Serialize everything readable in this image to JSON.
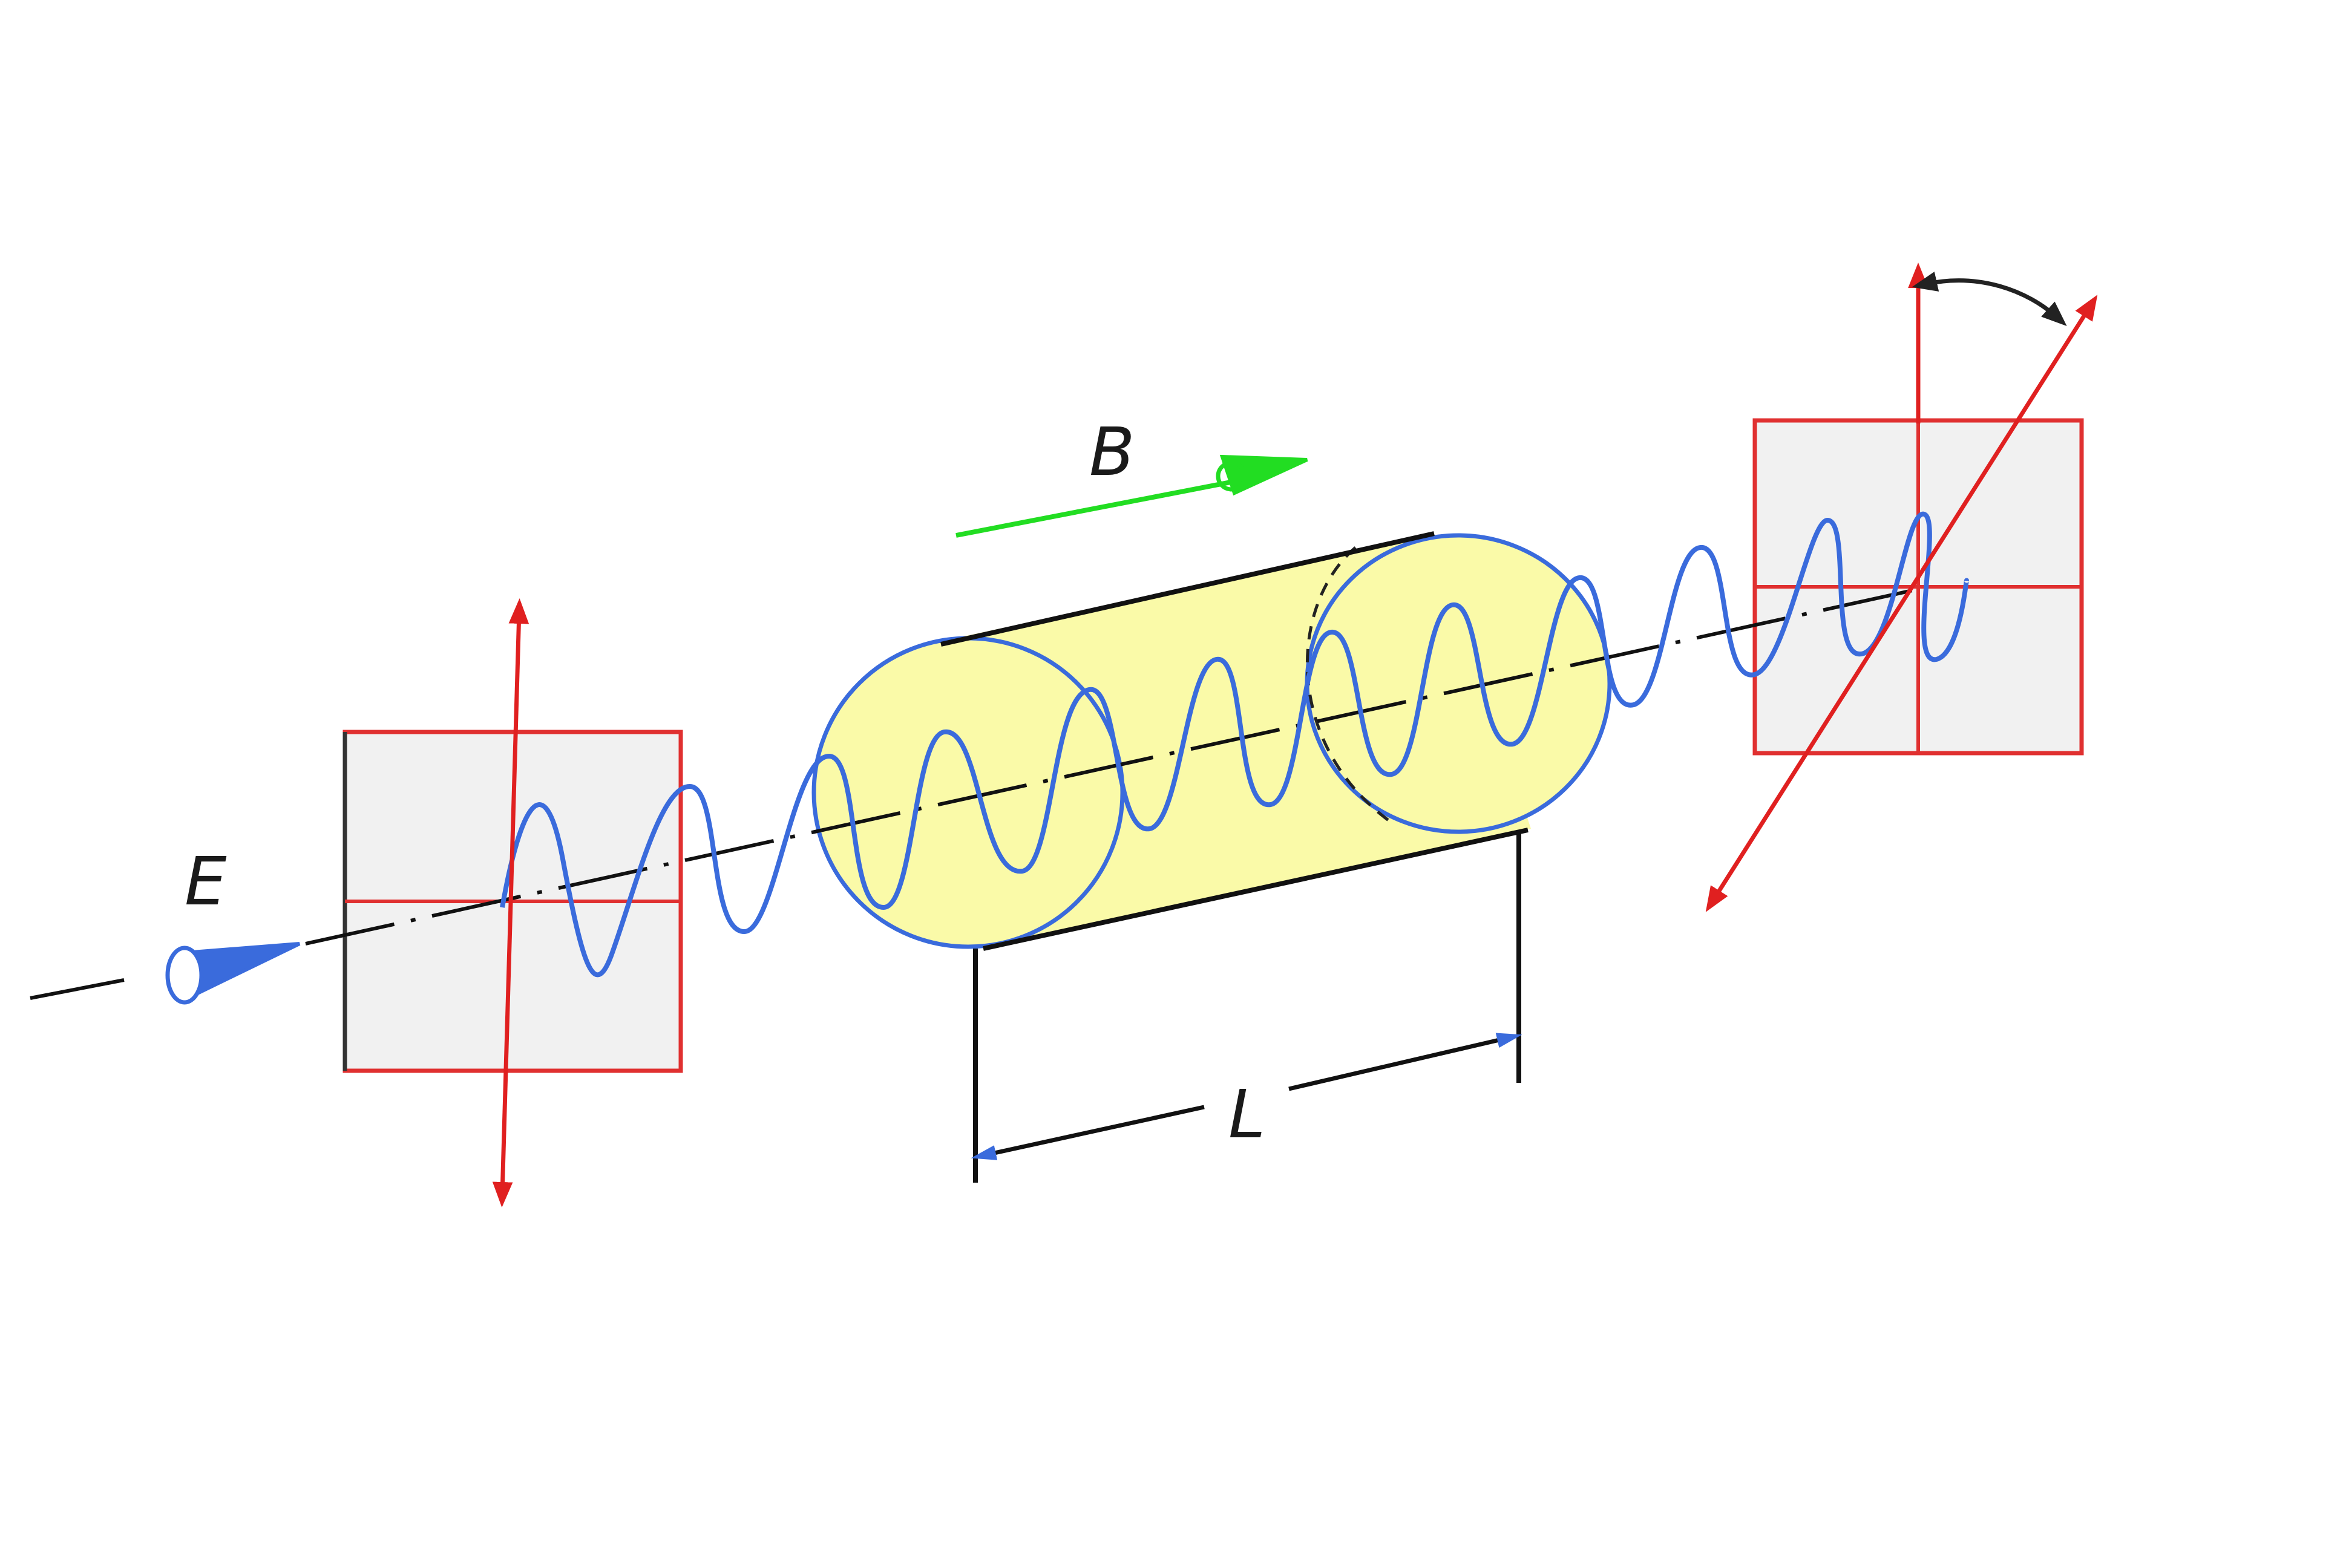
{
  "labels": {
    "field_e": "E",
    "field_b": "B",
    "length": "L"
  },
  "colors": {
    "background": "#ffffff",
    "polarizer_frame": "#e03030",
    "polarizer_fill": "#f1f1f1",
    "polarization_arrow": "#e02020",
    "wave": "#3a6bdc",
    "medium_fill": "#fafaa8",
    "medium_outline": "#3a6bdc",
    "axis": "#111111",
    "magnetic_field_arrow": "#22dd22",
    "rotation_arrow": "#222222"
  },
  "icons": {
    "light_source": "light-cone-icon",
    "rotation_indicator": "curved-double-arrow-icon"
  }
}
